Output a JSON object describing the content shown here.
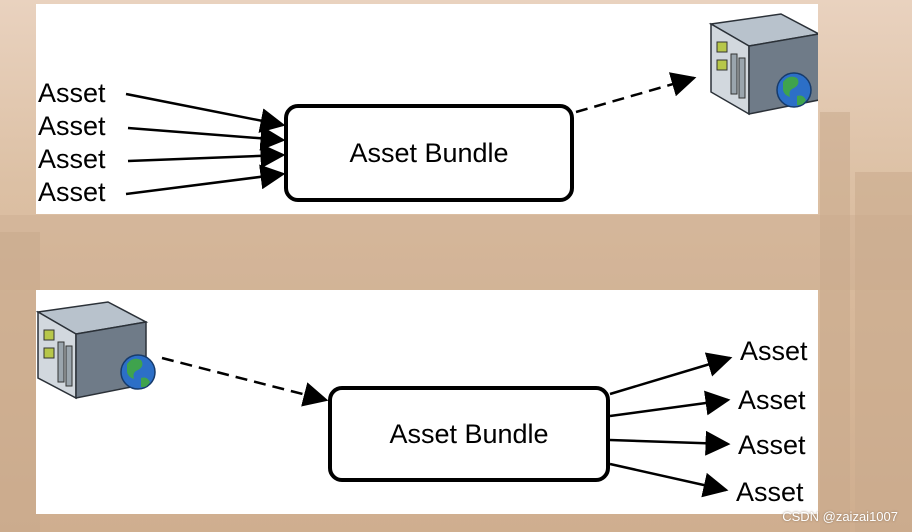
{
  "top_diagram": {
    "inputs": [
      "Asset",
      "Asset",
      "Asset",
      "Asset"
    ],
    "bundle_label": "Asset Bundle",
    "server_icon": "server-globe-icon"
  },
  "bottom_diagram": {
    "outputs": [
      "Asset",
      "Asset",
      "Asset",
      "Asset"
    ],
    "bundle_label": "Asset Bundle",
    "server_icon": "server-globe-icon"
  },
  "watermark": "CSDN @zaizai1007",
  "colors": {
    "background": "#dcc0a4",
    "panel": "#ffffff",
    "stroke": "#000000",
    "server_body": "#8d99a6",
    "globe": "#2c6fc7"
  }
}
